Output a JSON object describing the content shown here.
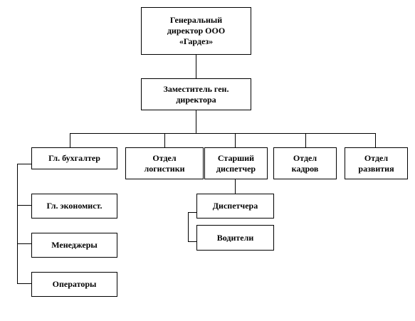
{
  "nodes": {
    "director": "Генеральный\nдиректор ООО\n«Гардез»",
    "deputy": "Заместитель ген.\nдиректора",
    "chief_accountant": "Гл. бухгалтер",
    "logistics": "Отдел\nлогистики",
    "senior_dispatcher": "Старший\nдиспетчер",
    "hr": "Отдел\nкадров",
    "development": "Отдел\nразвития",
    "chief_economist": "Гл. экономист.",
    "managers": "Менеджеры",
    "operators": "Операторы",
    "dispatchers": "Диспетчера",
    "drivers": "Водители"
  },
  "colors": {
    "line": "#000000",
    "box_border": "#000000",
    "background": "#ffffff"
  }
}
